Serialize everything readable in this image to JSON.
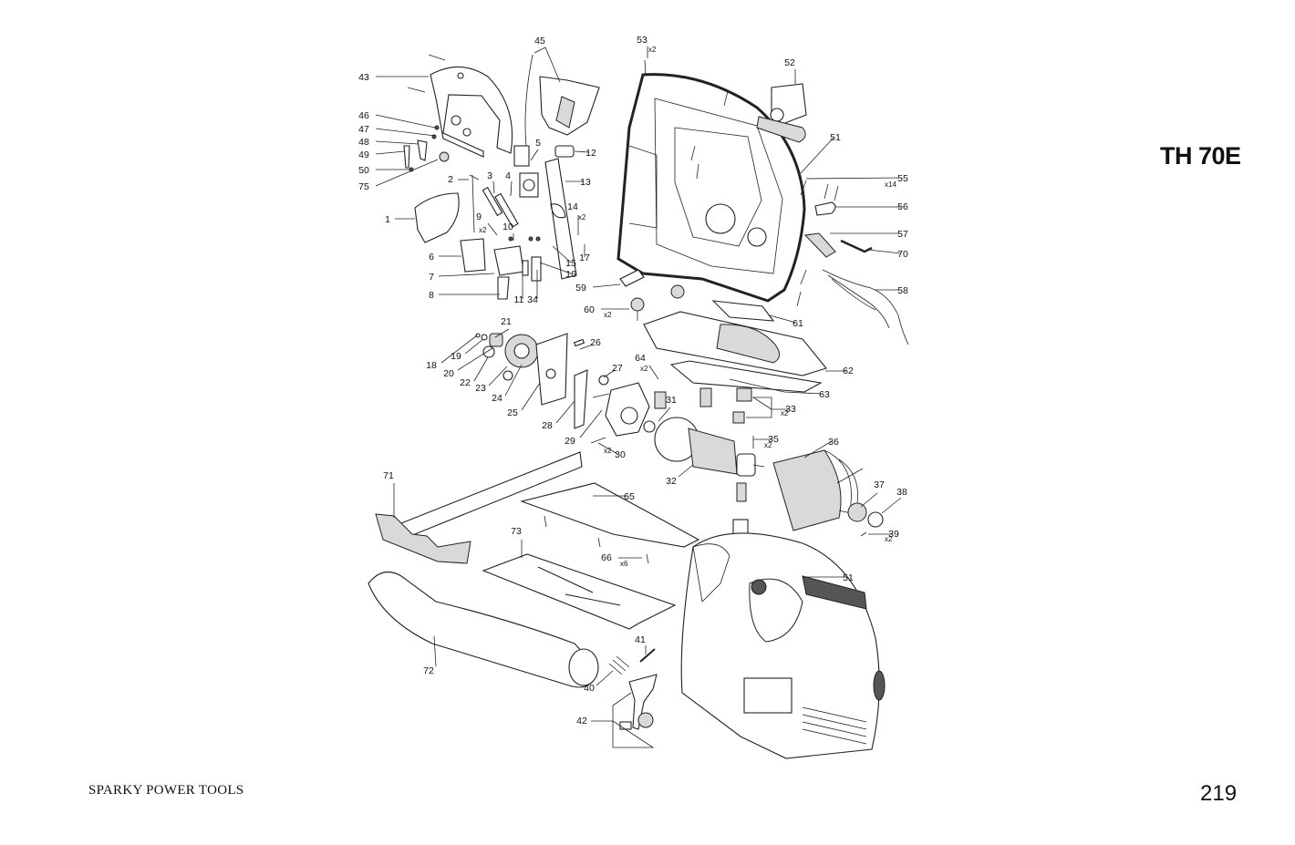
{
  "model": "TH 70E",
  "footer": {
    "brand": "SPARKY POWER TOOLS",
    "page_number": "219"
  },
  "parts": [
    {
      "id": "1",
      "qty": ""
    },
    {
      "id": "2",
      "qty": ""
    },
    {
      "id": "3",
      "qty": ""
    },
    {
      "id": "4",
      "qty": ""
    },
    {
      "id": "5",
      "qty": ""
    },
    {
      "id": "6",
      "qty": ""
    },
    {
      "id": "7",
      "qty": ""
    },
    {
      "id": "8",
      "qty": ""
    },
    {
      "id": "9",
      "qty": "x2"
    },
    {
      "id": "10",
      "qty": ""
    },
    {
      "id": "11",
      "qty": ""
    },
    {
      "id": "12",
      "qty": ""
    },
    {
      "id": "13",
      "qty": ""
    },
    {
      "id": "14",
      "qty": "x2"
    },
    {
      "id": "15",
      "qty": ""
    },
    {
      "id": "16",
      "qty": ""
    },
    {
      "id": "17",
      "qty": ""
    },
    {
      "id": "18",
      "qty": ""
    },
    {
      "id": "19",
      "qty": ""
    },
    {
      "id": "20",
      "qty": ""
    },
    {
      "id": "21",
      "qty": ""
    },
    {
      "id": "22",
      "qty": ""
    },
    {
      "id": "23",
      "qty": ""
    },
    {
      "id": "24",
      "qty": ""
    },
    {
      "id": "25",
      "qty": ""
    },
    {
      "id": "26",
      "qty": ""
    },
    {
      "id": "27",
      "qty": ""
    },
    {
      "id": "28",
      "qty": ""
    },
    {
      "id": "29",
      "qty": ""
    },
    {
      "id": "30",
      "qty": "x2"
    },
    {
      "id": "31",
      "qty": ""
    },
    {
      "id": "32",
      "qty": ""
    },
    {
      "id": "33",
      "qty": "x2"
    },
    {
      "id": "34",
      "qty": ""
    },
    {
      "id": "35",
      "qty": "x2"
    },
    {
      "id": "36",
      "qty": ""
    },
    {
      "id": "37",
      "qty": ""
    },
    {
      "id": "38",
      "qty": ""
    },
    {
      "id": "39",
      "qty": "x2"
    },
    {
      "id": "40",
      "qty": ""
    },
    {
      "id": "41",
      "qty": ""
    },
    {
      "id": "42",
      "qty": ""
    },
    {
      "id": "43",
      "qty": ""
    },
    {
      "id": "45",
      "qty": ""
    },
    {
      "id": "46",
      "qty": ""
    },
    {
      "id": "47",
      "qty": ""
    },
    {
      "id": "48",
      "qty": ""
    },
    {
      "id": "49",
      "qty": ""
    },
    {
      "id": "50",
      "qty": ""
    },
    {
      "id": "51",
      "qty": ""
    },
    {
      "id": "51",
      "qty": ""
    },
    {
      "id": "52",
      "qty": ""
    },
    {
      "id": "53",
      "qty": "x2"
    },
    {
      "id": "55",
      "qty": "x14"
    },
    {
      "id": "56",
      "qty": ""
    },
    {
      "id": "57",
      "qty": ""
    },
    {
      "id": "58",
      "qty": ""
    },
    {
      "id": "59",
      "qty": ""
    },
    {
      "id": "60",
      "qty": "x2"
    },
    {
      "id": "61",
      "qty": ""
    },
    {
      "id": "62",
      "qty": ""
    },
    {
      "id": "63",
      "qty": ""
    },
    {
      "id": "64",
      "qty": "x2"
    },
    {
      "id": "65",
      "qty": ""
    },
    {
      "id": "66",
      "qty": "x6"
    },
    {
      "id": "70",
      "qty": ""
    },
    {
      "id": "71",
      "qty": ""
    },
    {
      "id": "72",
      "qty": ""
    },
    {
      "id": "73",
      "qty": ""
    },
    {
      "id": "75",
      "qty": ""
    }
  ]
}
